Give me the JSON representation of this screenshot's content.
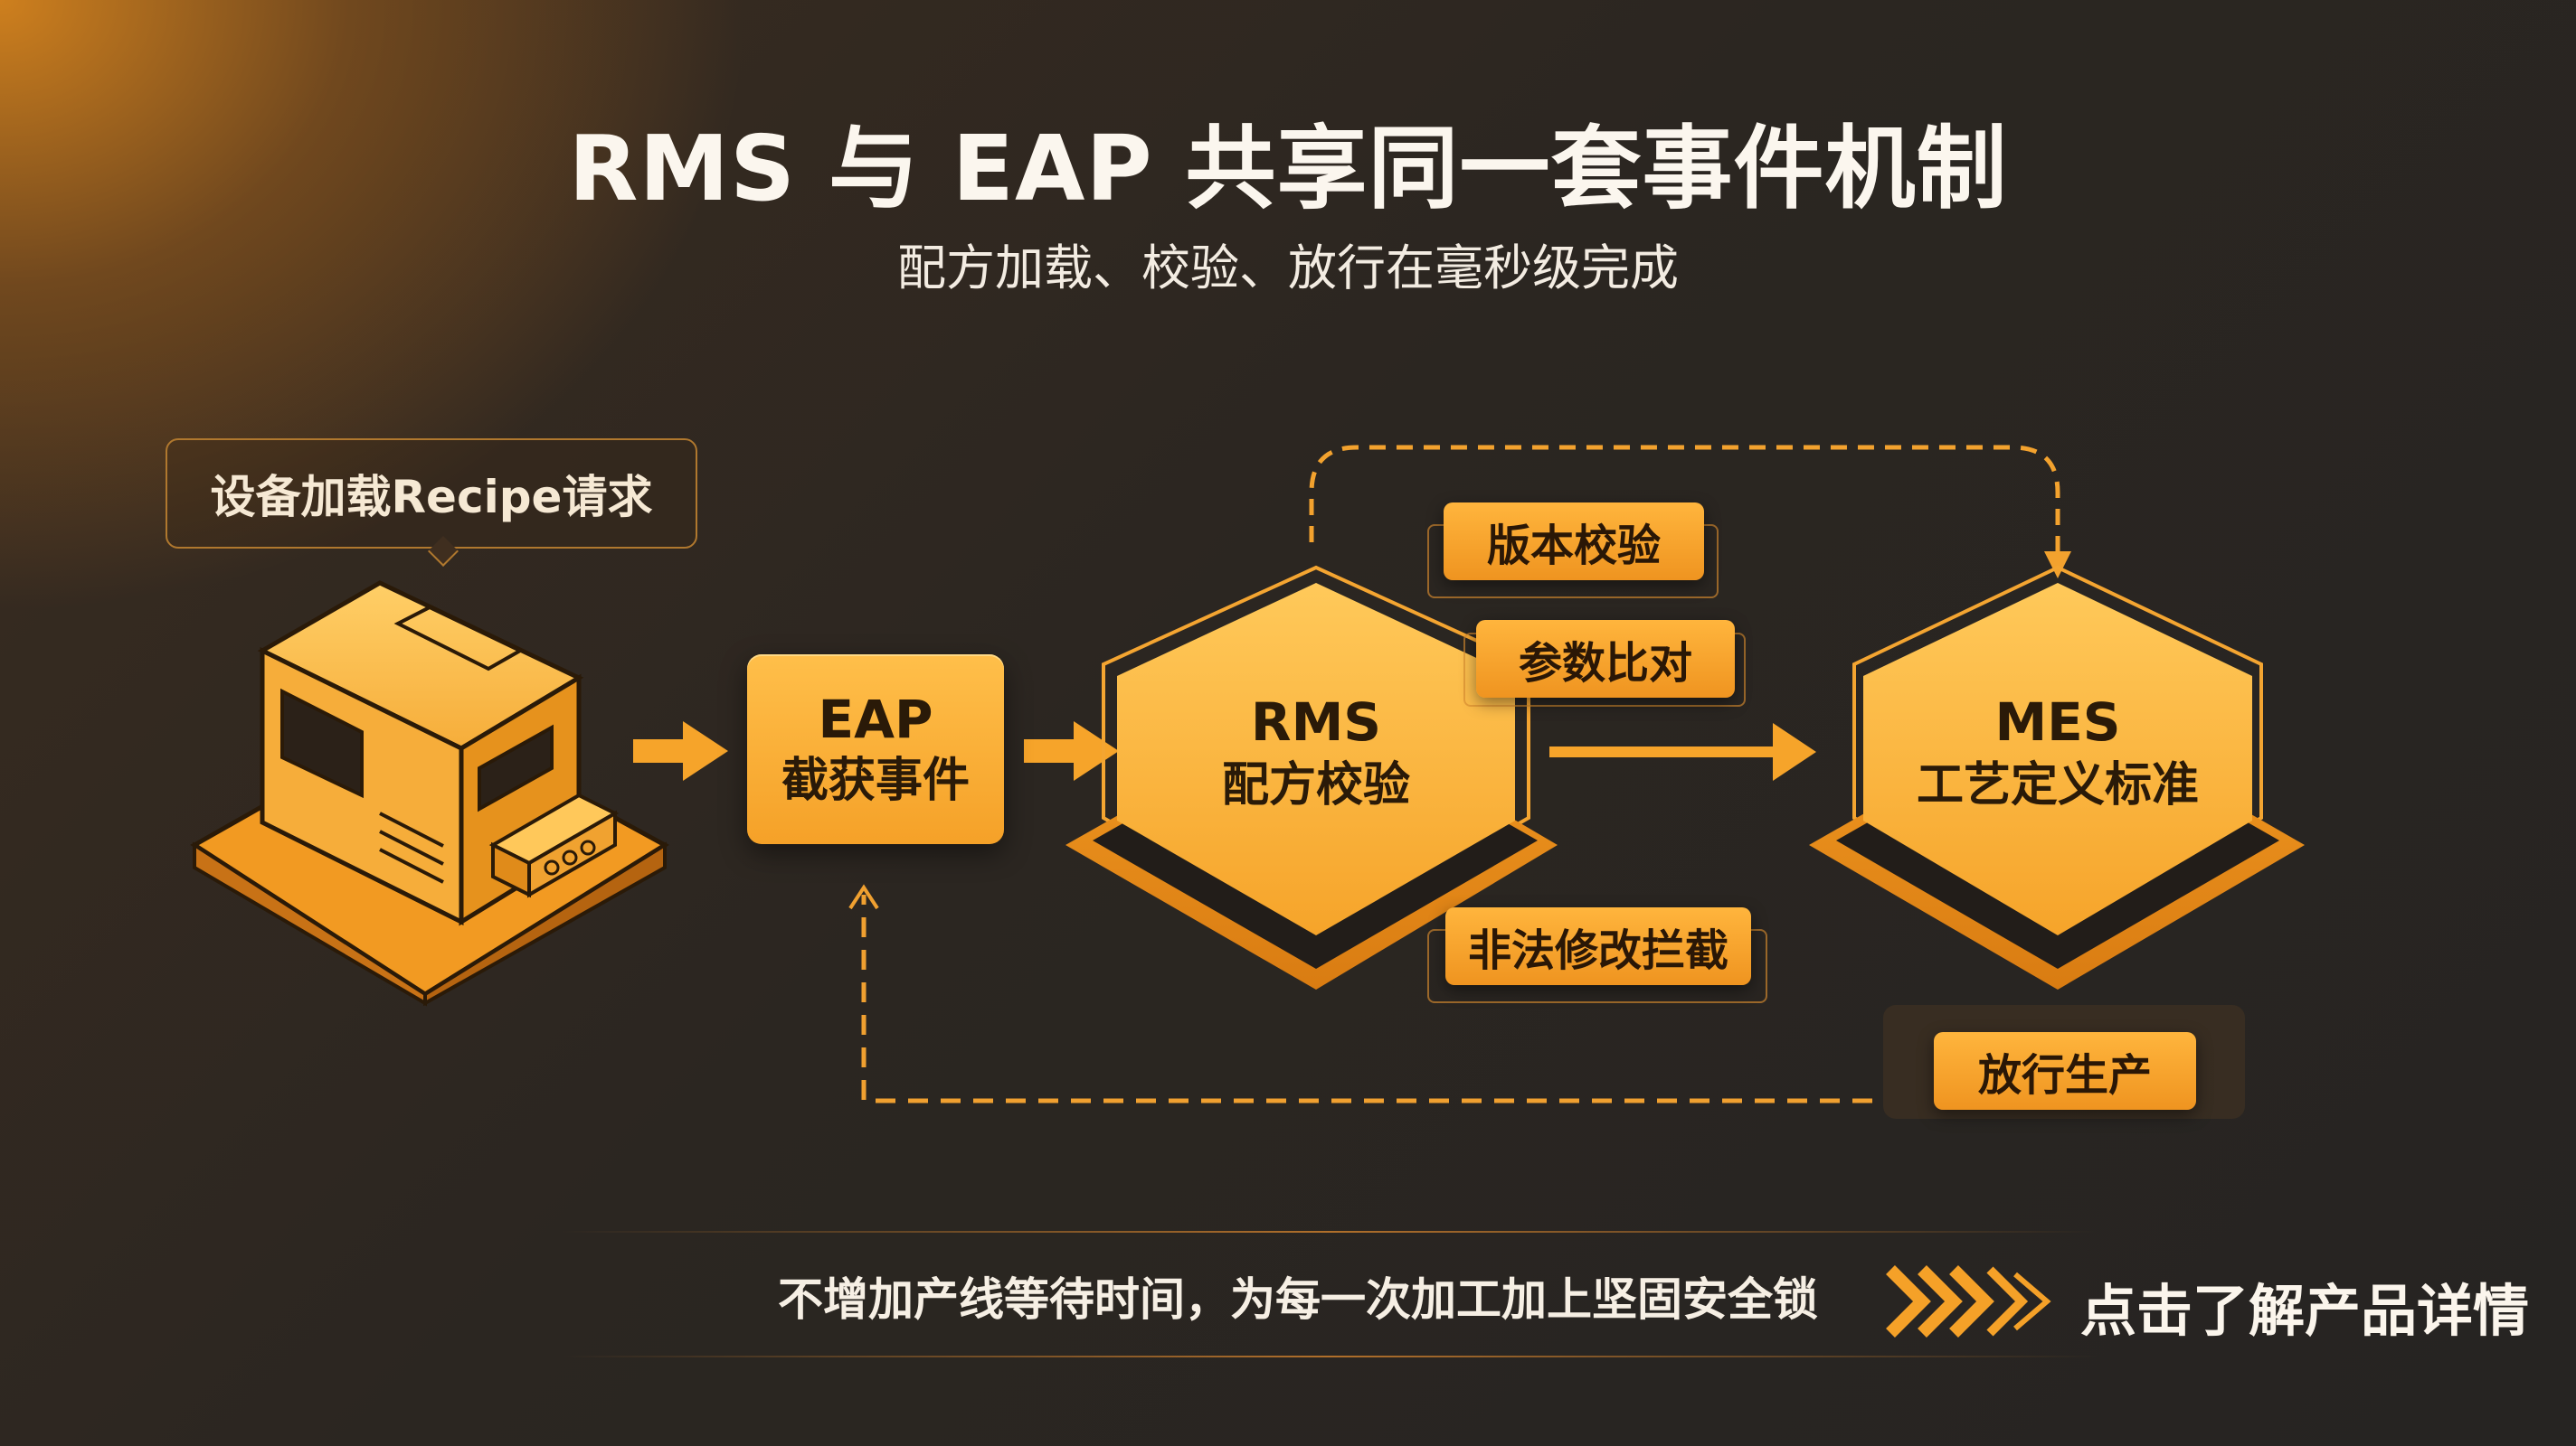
{
  "header": {
    "title": "RMS 与 EAP 共享同一套事件机制",
    "subtitle": "配方加载、校验、放行在毫秒级完成"
  },
  "diagram": {
    "callout": "设备加载Recipe请求",
    "eap": {
      "line1": "EAP",
      "line2": "截获事件"
    },
    "rms": {
      "line1": "RMS",
      "line2": "配方校验"
    },
    "mes": {
      "line1": "MES",
      "line2": "工艺定义标准"
    },
    "tags": {
      "version_check": "版本校验",
      "param_compare": "参数比对",
      "illegal_block": "非法修改拦截",
      "release": "放行生产"
    }
  },
  "footer": {
    "text": "不增加产线等待时间，为每一次加工加上坚固安全锁",
    "cta": "点击了解产品详情"
  },
  "colors": {
    "accent": "#f5a128",
    "accent_light": "#ffc24e",
    "background": "#2a2724"
  },
  "icons": {
    "equipment": "machine-icon",
    "cta": "chevrons-right-icon"
  }
}
